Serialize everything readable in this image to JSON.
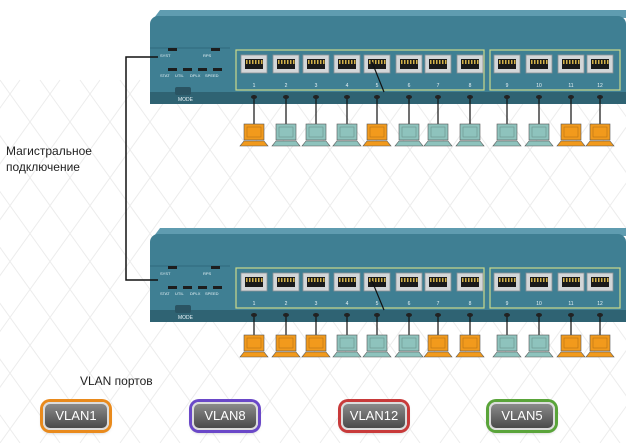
{
  "trunk_label_line1": "Магистральное",
  "trunk_label_line2": "подключение",
  "legend_title": "VLAN портов",
  "switch_leds": [
    "SYST",
    "RPS",
    "STAT",
    "UTIL",
    "DPLX",
    "SPEED"
  ],
  "switch_mode_label": "MODE",
  "port_numbers": [
    "1",
    "2",
    "3",
    "4",
    "5",
    "6",
    "7",
    "8",
    "9",
    "10",
    "11",
    "12"
  ],
  "legend": [
    {
      "label": "VLAN1",
      "color": "#e98a1c"
    },
    {
      "label": "VLAN8",
      "color": "#6a48c8"
    },
    {
      "label": "VLAN12",
      "color": "#c83a3a"
    },
    {
      "label": "VLAN5",
      "color": "#5aa43a"
    }
  ],
  "colors": {
    "vlan1_pc": "#f29a1c",
    "vlan5_pc": "#8ec3bd",
    "switch_body": "#3f7f93",
    "trunk_line": "#111111"
  },
  "top_switch_port_vlans": [
    "VLAN1",
    "VLAN5",
    "VLAN5",
    "VLAN5",
    "VLAN1",
    "VLAN5",
    "VLAN5",
    "VLAN5",
    "VLAN5",
    "VLAN5",
    "VLAN1",
    "VLAN1"
  ],
  "bottom_switch_port_vlans": [
    "VLAN1",
    "VLAN1",
    "VLAN1",
    "VLAN5",
    "VLAN5",
    "VLAN5",
    "VLAN1",
    "VLAN1",
    "VLAN5",
    "VLAN5",
    "VLAN1",
    "VLAN1"
  ]
}
